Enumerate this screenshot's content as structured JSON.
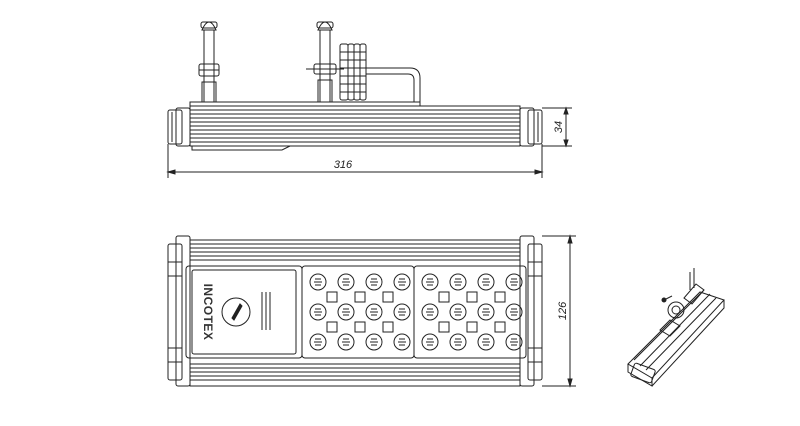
{
  "dimensions": {
    "length": "316",
    "height": "34",
    "width": "126"
  },
  "brand": {
    "logo_text": "INCOTEX"
  },
  "colors": {
    "line": "#222222",
    "background": "#ffffff"
  }
}
